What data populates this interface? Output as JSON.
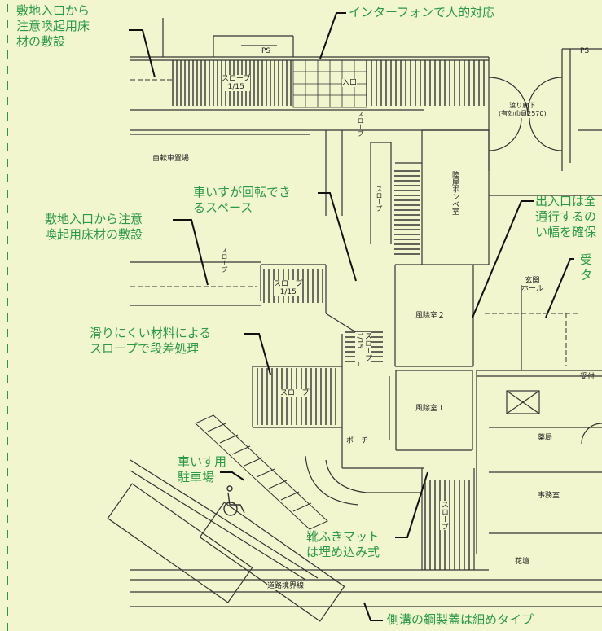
{
  "annotations": [
    {
      "id": "a1",
      "text": "敷地入口から\n注意喚起用床\n材の敷設"
    },
    {
      "id": "a2",
      "text": "インターフォンで人的対応"
    },
    {
      "id": "a3",
      "text": "車いすが回転でき\nるスペース"
    },
    {
      "id": "a4",
      "text": "敷地入口から注意\n喚起用床材の敷設"
    },
    {
      "id": "a5",
      "text": "出入口は全\n通行するの\nい幅を確保"
    },
    {
      "id": "a6",
      "text": "受\nタ"
    },
    {
      "id": "a7",
      "text": "滑りにくい材料による\nスロープで段差処理"
    },
    {
      "id": "a8",
      "text": "車いす用\n駐車場"
    },
    {
      "id": "a9",
      "text": "靴ふきマット\nは埋め込み式"
    },
    {
      "id": "a10",
      "text": "側溝の鋼製蓋は細めタイプ"
    }
  ],
  "labels": {
    "ps1": "PS",
    "ps2": "PS",
    "slope1": "スロープ\n1/15",
    "entrance": "入口",
    "slope_small": "スロープ",
    "corridor": "渡り廊下\n(有効巾員2570)",
    "bike": "自転車置場",
    "slope_v": "スロープ",
    "utility": "陸屋ボンベ室",
    "slope2": "スロープ\n1/15",
    "slope_lift": "スロープ",
    "windroom2": "風除室２",
    "hall": "玄関\nホール",
    "slope3": "スロープ\n1/15",
    "slope4": "スロープ",
    "windroom1": "風除室１",
    "porch": "ポーチ",
    "reception": "受付",
    "pharmacy": "薬局",
    "office": "事務室",
    "slope5": "スロープ",
    "flowerbed": "花壇",
    "boundary": "道路境界線"
  },
  "colors": {
    "background": "#f1f6cf",
    "annotation": "#2a9a45",
    "line": "#333333"
  }
}
